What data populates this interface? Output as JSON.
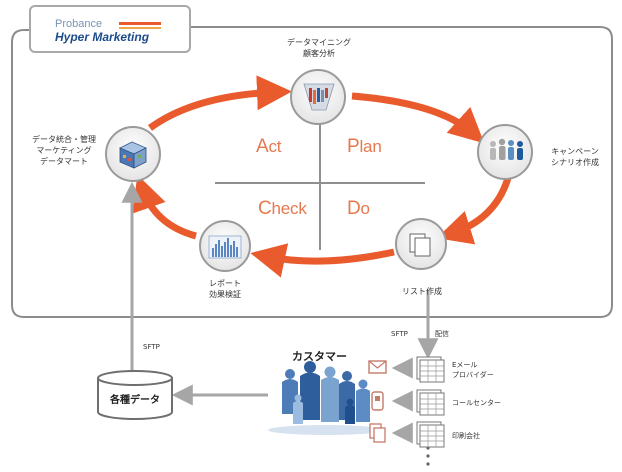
{
  "logo": {
    "line1": "Probance",
    "line2": "Hyper Marketing"
  },
  "pdca": {
    "act": {
      "initial": "A",
      "rest": "ct"
    },
    "plan": {
      "initial": "P",
      "rest": "lan"
    },
    "check": {
      "initial": "C",
      "rest": "heck"
    },
    "do": {
      "initial": "D",
      "rest": "o"
    }
  },
  "nodes": {
    "analysis": {
      "line1": "データマイニング",
      "line2": "顧客分析",
      "icon": "data-mining-icon"
    },
    "campaign": {
      "line1": "キャンペーン",
      "line2": "シナリオ作成",
      "icon": "people-scenario-icon"
    },
    "list": {
      "line1": "リスト作成",
      "icon": "documents-icon"
    },
    "report": {
      "line1": "レポート",
      "line2": "効果検証",
      "icon": "bar-chart-icon"
    },
    "integration": {
      "line1": "データ統合・管理",
      "line2": "マーケティング",
      "line3": "データマート",
      "icon": "database-cube-icon"
    }
  },
  "flow": {
    "sftp_up": "SFTP",
    "sftp_down": "SFTP",
    "delivery": "配信",
    "database": "各種データ",
    "customers": "カスタマー"
  },
  "channels": [
    {
      "line1": "Eメール",
      "line2": "プロバイダー",
      "icon": "envelope-icon"
    },
    {
      "line1": "コールセンター",
      "icon": "phone-icon"
    },
    {
      "line1": "印刷会社",
      "icon": "print-icon"
    }
  ],
  "colors": {
    "arrow": "#e95b2c",
    "pdca_text": "#e6794d",
    "frame": "#8a8a8a",
    "connector": "#a0a0a0",
    "customers": "#3d6ea8"
  }
}
